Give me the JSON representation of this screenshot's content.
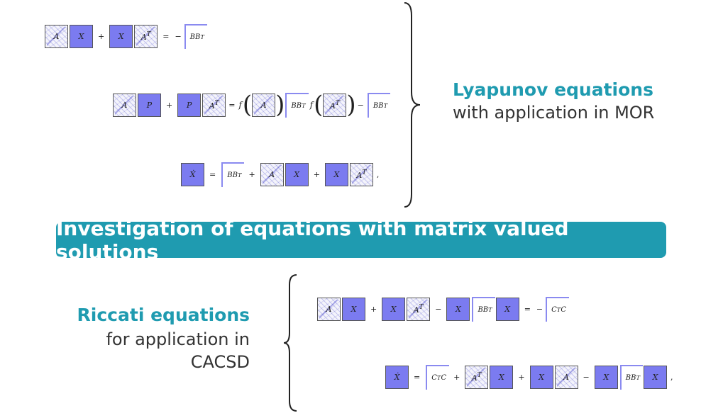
{
  "lyapunov": {
    "title": "Lyapunov equations",
    "subtitle": "with application in MOR",
    "eq1": {
      "A": "A",
      "X1": "X",
      "plus": "+",
      "X2": "X",
      "AT": "A",
      "sup": "T",
      "eq": "=",
      "minus": "−",
      "BBT": "BB",
      "BBTsup": "T"
    },
    "eq2": {
      "A": "A",
      "P1": "P",
      "plus": "+",
      "P2": "P",
      "AT": "A",
      "sup": "T",
      "eq": "=",
      "f1": "f",
      "A2": "A",
      "BBT": "BB",
      "BBTsup": "T",
      "f2": "f",
      "AT2": "A",
      "minus": "−",
      "BBT2": "BB"
    },
    "eq3": {
      "Xdot": "Ẋ",
      "eq": "=",
      "BBT": "BB",
      "BBTsup": "T",
      "plus1": "+",
      "A": "A",
      "X1": "X",
      "plus2": "+",
      "X2": "X",
      "AT": "A",
      "sup": "T",
      "comma": ","
    }
  },
  "banner": "Investigation of equations with matrix valued solutions",
  "riccati": {
    "title": "Riccati equations",
    "line1": "for application in",
    "line2": "CACSD",
    "eq1": {
      "A": "A",
      "X1": "X",
      "plus": "+",
      "X2": "X",
      "AT": "A",
      "sup": "T",
      "minus1": "−",
      "X3": "X",
      "BBT": "BB",
      "BBTsup": "T",
      "X4": "X",
      "eq": "=",
      "minus2": "−",
      "CTC": "C",
      "CTCsup": "T",
      "CTCend": "C"
    },
    "eq2": {
      "Xdot": "Ẋ",
      "eq": "=",
      "CTC": "C",
      "CTCsup": "T",
      "CTCend": "C",
      "plus1": "+",
      "AT": "A",
      "sup": "T",
      "X1": "X",
      "plus2": "+",
      "X2": "X",
      "A": "A",
      "minus": "−",
      "X3": "X",
      "BBT": "BB",
      "BBTsup": "T",
      "X4": "X",
      "comma": ","
    }
  },
  "colors": {
    "accent": "#1f9bb0",
    "matrix_fill": "#7b7bf0",
    "low_rank_edge": "#8a8af0"
  }
}
